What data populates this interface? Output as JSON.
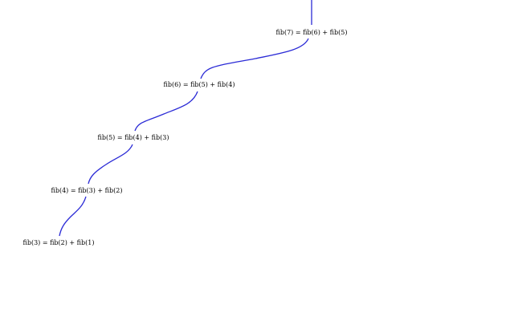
{
  "diagram": {
    "nodes": [
      {
        "id": "fib7",
        "label": "fib(7) = fib(6) + fib(5)"
      },
      {
        "id": "fib6",
        "label": "fib(6) = fib(5) + fib(4)"
      },
      {
        "id": "fib5",
        "label": "fib(5) = fib(4) + fib(3)"
      },
      {
        "id": "fib4",
        "label": "fib(4) = fib(3) + fib(2)"
      },
      {
        "id": "fib3",
        "label": "fib(3) = fib(2) + fib(1)"
      }
    ],
    "edges": [
      {
        "from": "",
        "to": "fib7"
      },
      {
        "from": "fib7",
        "to": "fib6"
      },
      {
        "from": "fib6",
        "to": "fib5"
      },
      {
        "from": "fib5",
        "to": "fib4"
      },
      {
        "from": "fib4",
        "to": "fib3"
      }
    ],
    "colors": {
      "edge": "#2b2bd6",
      "text": "#000000",
      "background": "#ffffff"
    }
  }
}
